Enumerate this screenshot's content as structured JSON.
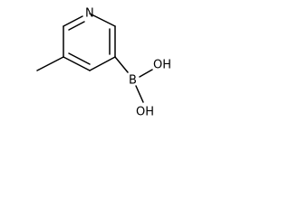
{
  "molecule": {
    "atoms": {
      "nitrogen": "N",
      "boron": "B",
      "hydroxyl_upper": "OH",
      "hydroxyl_lower": "OH"
    }
  }
}
